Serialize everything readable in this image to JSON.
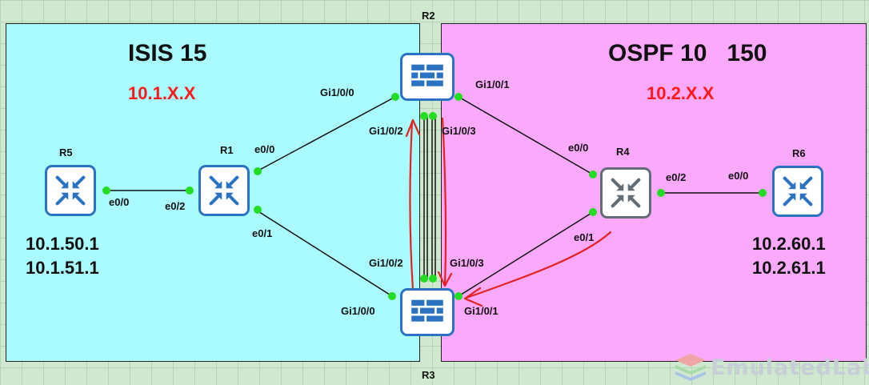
{
  "zones": {
    "left": {
      "title": "ISIS 15",
      "subnet": "10.1.X.X",
      "ip_lines": [
        "10.1.50.1",
        "10.1.51.1"
      ]
    },
    "right": {
      "title": "OSPF 10   150",
      "subnet": "10.2.X.X",
      "ip_lines": [
        "10.2.60.1",
        "10.2.61.1"
      ]
    }
  },
  "devices": {
    "r1": {
      "name": "R1",
      "type": "router"
    },
    "r2": {
      "name": "R2",
      "type": "firewall"
    },
    "r3": {
      "name": "R3",
      "type": "firewall"
    },
    "r4": {
      "name": "R4",
      "type": "router"
    },
    "r5": {
      "name": "R5",
      "type": "router"
    },
    "r6": {
      "name": "R6",
      "type": "router"
    }
  },
  "interfaces": {
    "r5_e0_0": "e0/0",
    "r1_e0_2": "e0/2",
    "r1_e0_0": "e0/0",
    "r1_e0_1": "e0/1",
    "r2_gi1_0_0": "Gi1/0/0",
    "r2_gi1_0_1": "Gi1/0/1",
    "r2_gi1_0_2": "Gi1/0/2",
    "r2_gi1_0_3": "Gi1/0/3",
    "r3_gi1_0_0": "Gi1/0/0",
    "r3_gi1_0_1": "Gi1/0/1",
    "r3_gi1_0_2": "Gi1/0/2",
    "r3_gi1_0_3": "Gi1/0/3",
    "r4_e0_0": "e0/0",
    "r4_e0_1": "e0/1",
    "r4_e0_2": "e0/2",
    "r6_e0_0": "e0/0"
  },
  "colors": {
    "left_zone": "#a9fbfd",
    "right_zone": "#fba9fa",
    "subnet_text": "#ff1a1a",
    "link_up": "#22dd22",
    "annotation_arrows": "#e52222"
  },
  "icons": {
    "router": "router-icon",
    "firewall": "firewall-icon",
    "logo": "emulatedlab-logo"
  },
  "watermark": {
    "text": "EmulatedLab"
  }
}
